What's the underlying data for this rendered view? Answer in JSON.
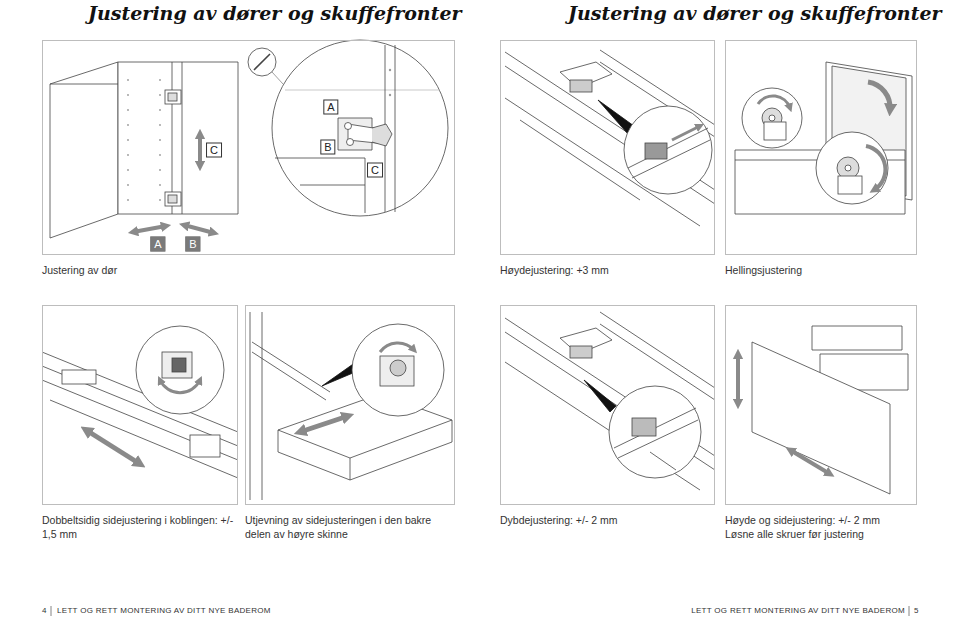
{
  "diagram": {
    "title": "Justering av dører og skuffefronter",
    "nodes": [
      {
        "text": [
          "Justering av dør"
        ]
      },
      {
        "text": [
          "A"
        ],
        "in": 0
      },
      {
        "text": [
          "C"
        ],
        "in": 0
      },
      {
        "text": [
          "B"
        ],
        "in": 0
      },
      {
        "text": [
          "C"
        ],
        "in": 0
      },
      {
        "text": [
          "A"
        ],
        "in": 0
      },
      {
        "text": [
          "B"
        ],
        "in": 0
      },
      {
        "text": [
          "Høydejustering: +3 mm"
        ]
      },
      {
        "text": [
          "Hellingsjustering"
        ]
      },
      {
        "text": [
          "Dobbeltsidig sidejustering i koblingen: +/- 1,5 mm"
        ]
      },
      {
        "text": [
          "Utjevning av sidejusteringen i den bakre delen av høyre skinne"
        ]
      },
      {
        "text": [
          "Dybdejustering: +/- 2 mm"
        ]
      },
      {
        "text": [
          "Høyde og sidejustering: +/- 2 mm",
          "Løsne alle skruer før justering"
        ]
      }
    ],
    "labels": [
      "Justering av dører og skuffefronter",
      "4",
      "LETT OG RETT MONTERING AV DITT NYE BADEROM",
      "LETT OG RETT MONTERING AV DITT NYE BADEROM",
      "5"
    ]
  }
}
